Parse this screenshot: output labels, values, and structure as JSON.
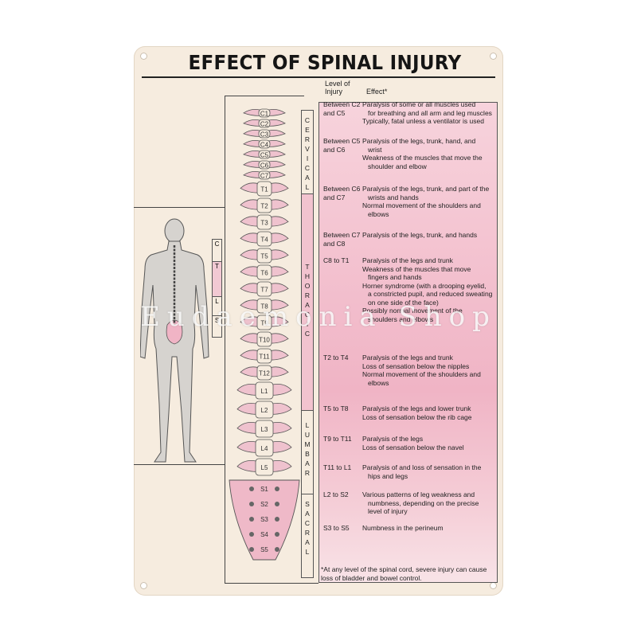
{
  "poster": {
    "title": "EFFECT OF SPINAL INJURY",
    "header_level": "Level of Injury",
    "header_effect": "Effect*"
  },
  "regions": {
    "cervical": "CERVICAL",
    "thoracic": "THORACIC",
    "lumbar": "LUMBAR",
    "sacral": "SACRAL",
    "mini": [
      "C",
      "T",
      "L",
      "S"
    ]
  },
  "vertebrae": {
    "cervical": [
      "C1",
      "C2",
      "C3",
      "C4",
      "C5",
      "C6",
      "C7"
    ],
    "thoracic": [
      "T1",
      "T2",
      "T3",
      "T4",
      "T5",
      "T6",
      "T7",
      "T8",
      "T9",
      "T10",
      "T11",
      "T12"
    ],
    "lumbar": [
      "L1",
      "L2",
      "L3",
      "L4",
      "L5"
    ],
    "sacral": [
      "S1",
      "S2",
      "S3",
      "S4",
      "S5"
    ]
  },
  "rows": [
    {
      "level": "Between C2 and C5",
      "effects": [
        "Paralysis of some or all muscles used",
        "for breathing and all arm and leg muscles",
        "Typically, fatal unless a ventilator is used"
      ]
    },
    {
      "level": "Between C5 and C6",
      "effects": [
        "Paralysis of the legs, trunk, hand, and",
        "wrist",
        "Weakness of the muscles that move the",
        "shoulder and elbow"
      ]
    },
    {
      "level": "Between C6 and C7",
      "effects": [
        "Paralysis of the legs, trunk, and part of the",
        "wrists and hands",
        "Normal movement of the shoulders and",
        "elbows"
      ]
    },
    {
      "level": "Between C7 and C8",
      "effects": [
        "Paralysis of the legs, trunk, and hands"
      ]
    },
    {
      "level": "C8 to T1",
      "effects": [
        "Paralysis of the legs and trunk",
        "Weakness of the muscles that move",
        "fingers and hands",
        "Horner syndrome (with a drooping eyelid,",
        "a constricted pupil, and reduced sweating",
        "on one side of the face)",
        "Possibly normal movement of the",
        "shoulders and elbows"
      ]
    },
    {
      "level": "T2 to T4",
      "effects": [
        "Paralysis of the legs and trunk",
        "Loss of sensation below the nipples",
        "Normal movement of the shoulders and",
        "elbows"
      ]
    },
    {
      "level": "T5 to T8",
      "effects": [
        "Paralysis of the legs and lower trunk",
        "Loss of sensation below the rib cage"
      ]
    },
    {
      "level": "T9 to T11",
      "effects": [
        "Paralysis of the legs",
        "Loss of sensation below the navel"
      ]
    },
    {
      "level": "T11 to L1",
      "effects": [
        "Paralysis of and loss of sensation in the",
        "hips and legs"
      ]
    },
    {
      "level": "L2 to S2",
      "effects": [
        "Various patterns of leg weakness and",
        "numbness, depending on the precise",
        "level of injury"
      ]
    },
    {
      "level": "S3 to S5",
      "effects": [
        "Numbness in the perineum"
      ]
    }
  ],
  "footnote": "*At any level of the spinal cord, severe injury can cause loss of bladder and bowel control.",
  "watermark": "Eudaemonia Shop",
  "colors": {
    "pink": "#f0b4c5",
    "bone": "#f3c7d2",
    "bg": "#f6ecdf"
  }
}
